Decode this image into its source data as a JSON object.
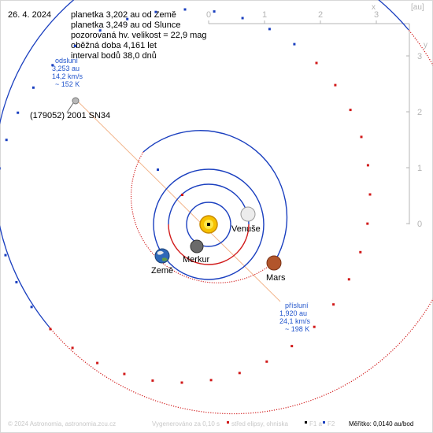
{
  "header": {
    "date": "26. 4. 2024",
    "info_lines": [
      "planetka 3,202 au od Země",
      "planetka 3,249 au od Slunce",
      "pozorovaná hv. velikost = 22,9 mag",
      "oběžná doba 4,161 let",
      "interval bodů 38,0 dnů"
    ]
  },
  "axes": {
    "top_ticks": [
      "0",
      "1",
      "2",
      "3"
    ],
    "top_letter": "x",
    "unit": "[au]",
    "right_ticks": [
      "3",
      "2",
      "1",
      "0"
    ],
    "right_letter": "y"
  },
  "object_name": "(179052) 2001 SN34",
  "aphelion": {
    "title": "odsluní",
    "distance": "3,253 au",
    "speed": "14,2 km/s",
    "temp": "~ 152 K"
  },
  "perihelion": {
    "title": "přísluní",
    "distance": "1,920 au",
    "speed": "24,1 km/s",
    "temp": "~ 198 K"
  },
  "planets": {
    "venus": "Venuše",
    "mercury": "Merkur",
    "earth": "Země",
    "mars": "Mars"
  },
  "footer": {
    "copyright": "© 2024 Astronomia, astronomia.zcu.cz",
    "generated": "Vygenerováno za 0,10 s",
    "legend_center": "střed elipsy, ohniska",
    "legend_f1": "F1 a",
    "legend_f2": "F2",
    "scale": "Měřítko: 0,0140 au/bod"
  },
  "colors": {
    "orbit_blue": "#1a3fbf",
    "orbit_red": "#d11a1a",
    "axis_gray": "#b4b4b4",
    "label_blue": "#2255cc",
    "footer_gray": "#c8c8c8"
  }
}
